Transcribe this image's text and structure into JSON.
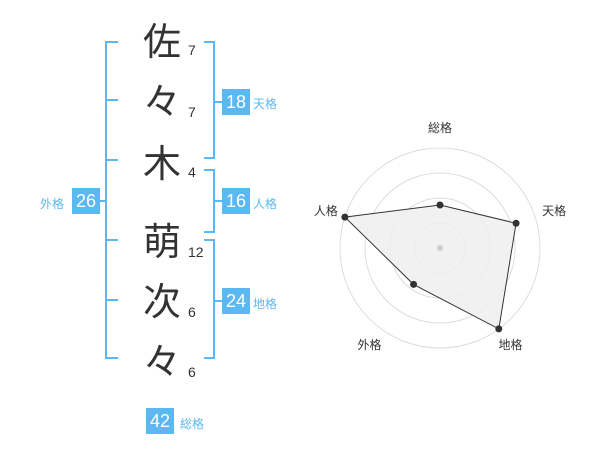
{
  "name": {
    "chars": [
      {
        "char": "佐",
        "strokes": "7"
      },
      {
        "char": "々",
        "strokes": "7"
      },
      {
        "char": "木",
        "strokes": "4"
      },
      {
        "char": "萌",
        "strokes": "12"
      },
      {
        "char": "次",
        "strokes": "6"
      },
      {
        "char": "々",
        "strokes": "6"
      }
    ]
  },
  "kakusu": {
    "tenkaku": {
      "value": "18",
      "label": "天格"
    },
    "jinkaku": {
      "value": "16",
      "label": "人格"
    },
    "chikaku": {
      "value": "24",
      "label": "地格"
    },
    "gaikaku": {
      "value": "26",
      "label": "外格"
    },
    "soukaku": {
      "value": "42",
      "label": "総格"
    }
  },
  "colors": {
    "accent": "#5bb8f0",
    "radar_fill": "#eeeeee",
    "ring": "#dddddd"
  },
  "chart_data": {
    "type": "radar",
    "axes": [
      "総格",
      "天格",
      "地格",
      "外格",
      "人格"
    ],
    "values": [
      0.43,
      0.8,
      1.0,
      0.45,
      1.0
    ],
    "rings": 4,
    "max": 1
  }
}
